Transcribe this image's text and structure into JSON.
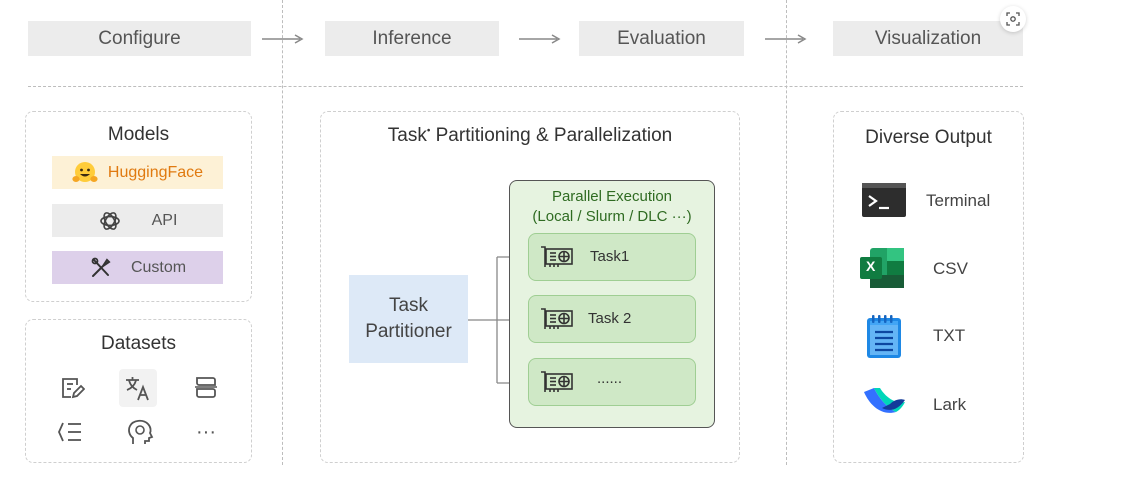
{
  "stages": {
    "configure": "Configure",
    "inference": "Inference",
    "evaluation": "Evaluation",
    "visualization": "Visualization"
  },
  "models": {
    "title": "Models",
    "huggingface": "HuggingFace",
    "api": "API",
    "custom": "Custom"
  },
  "datasets": {
    "title": "Datasets",
    "more": "···"
  },
  "task": {
    "title_part1": "Task",
    "title_part2": " Partitioning & Parallelization",
    "partitioner_line1": "Task",
    "partitioner_line2": "Partitioner",
    "parallel_title": "Parallel Execution",
    "parallel_subtitle": "(Local / Slurm / DLC ···)",
    "tasks": [
      "Task1",
      "Task 2",
      "......"
    ]
  },
  "output": {
    "title": "Diverse Output",
    "items": [
      "Terminal",
      "CSV",
      "TXT",
      "Lark"
    ],
    "csv_glyph": "X"
  },
  "colors": {
    "stage_bg": "#ececec",
    "huggingface_bg": "#fdf1d6",
    "huggingface_text": "#e07a10",
    "api_bg": "#ececec",
    "custom_bg": "#ddd0ea",
    "partitioner_bg": "#dde9f7",
    "parallel_bg": "#e6f3e0",
    "task_bg": "#cfe8c6"
  }
}
